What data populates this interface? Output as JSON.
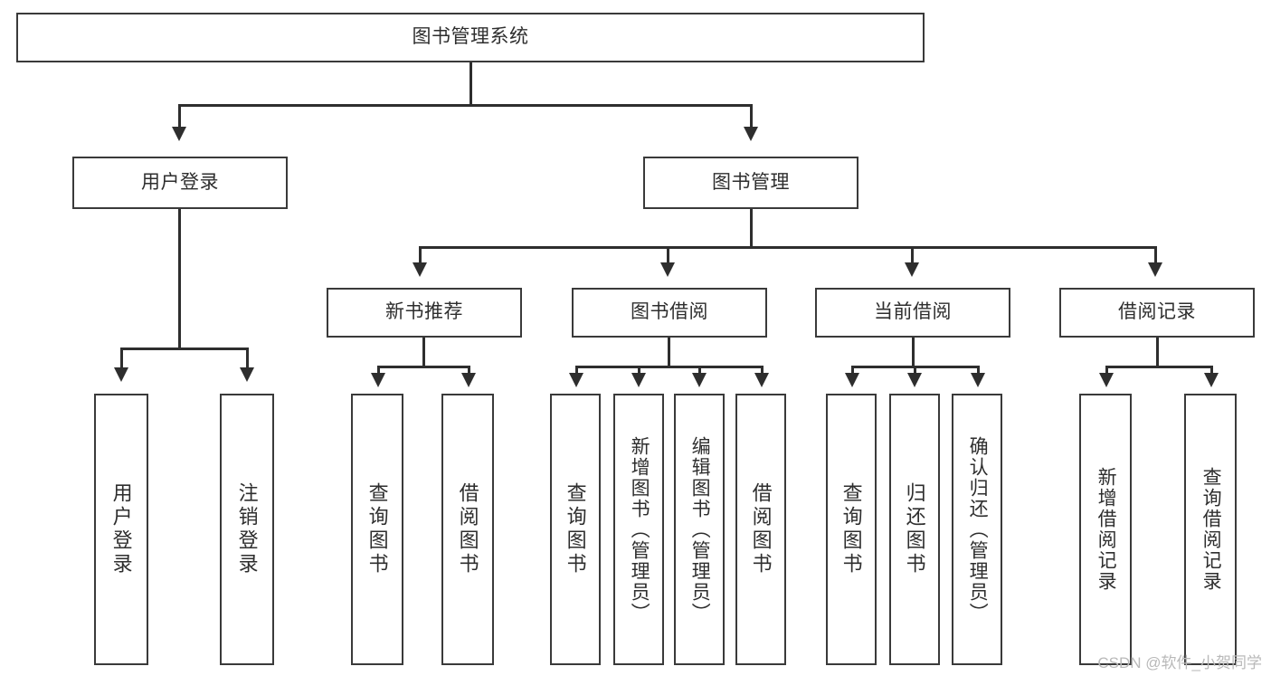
{
  "diagram": {
    "title": "图书管理系统",
    "type": "function-structure-tree",
    "watermark": "CSDN @软件_小贺同学",
    "colors": {
      "box_border": "#3a3a3a",
      "line": "#2e2e2e",
      "text": "#2e2e2e",
      "background": "#ffffff",
      "watermark": "#b9b9b9"
    },
    "root": {
      "label": "图书管理系统"
    },
    "level2": [
      {
        "label": "用户登录"
      },
      {
        "label": "图书管理"
      }
    ],
    "level3": [
      {
        "label": "新书推荐"
      },
      {
        "label": "图书借阅"
      },
      {
        "label": "当前借阅"
      },
      {
        "label": "借阅记录"
      }
    ],
    "leaves": {
      "user_login": [
        {
          "label": "用户登录"
        },
        {
          "label": "注销登录"
        }
      ],
      "new_book_recommend": [
        {
          "label": "查询图书"
        },
        {
          "label": "借阅图书"
        }
      ],
      "book_borrow": [
        {
          "label": "查询图书"
        },
        {
          "label": "新增图书（管理员）"
        },
        {
          "label": "编辑图书（管理员）"
        },
        {
          "label": "借阅图书"
        }
      ],
      "current_borrow": [
        {
          "label": "查询图书"
        },
        {
          "label": "归还图书"
        },
        {
          "label": "确认归还（管理员）"
        }
      ],
      "borrow_record": [
        {
          "label": "新增借阅记录"
        },
        {
          "label": "查询借阅记录"
        }
      ]
    }
  }
}
